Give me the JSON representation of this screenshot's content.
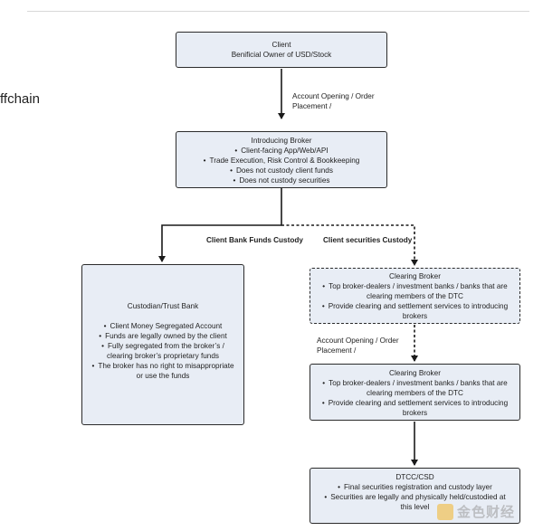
{
  "side_label": "ffchain",
  "client": {
    "title": "Client",
    "subtitle": "Benificial Owner of USD/Stock"
  },
  "edge_client_broker": {
    "line1": "Account Opening / Order",
    "line2": "Placement /"
  },
  "introducing_broker": {
    "title": "Introducing Broker",
    "items": [
      "Client-facing App/Web/API",
      "Trade Execution, Risk Control & Bookkeeping",
      "Does not custody client funds",
      "Does not custody securities"
    ]
  },
  "branch_labels": {
    "funds": "Client Bank Funds Custody",
    "securities": "Client securities Custody"
  },
  "custodian": {
    "title": "Custodian/Trust Bank",
    "items": [
      "Client Money Segregated Account",
      "Funds are legally owned by the client",
      "Fully segregated from the broker’s / clearing broker’s proprietary funds",
      "The broker has no right to misappropriate or use the funds"
    ]
  },
  "clearing_broker_1": {
    "title": "Clearing Broker",
    "items": [
      "Top broker-dealers / investment banks / banks that are clearing members of the DTC",
      "Provide clearing and settlement services to introducing brokers"
    ]
  },
  "edge_clearing": {
    "line1": "Account Opening / Order",
    "line2": "Placement /"
  },
  "clearing_broker_2": {
    "title": "Clearing Broker",
    "items": [
      "Top broker-dealers / investment banks / banks that are clearing members of the DTC",
      "Provide clearing and settlement services to introducing brokers"
    ]
  },
  "dtcc": {
    "title": "DTCC/CSD",
    "items": [
      "Final securities registration and custody layer",
      "Securities are legally and physically held/custodied at this level"
    ]
  },
  "watermark": "金色财经",
  "colors": {
    "box_fill": "#e8edf5",
    "border": "#2b2b2b",
    "watermark_logo": "#f3b52a"
  }
}
